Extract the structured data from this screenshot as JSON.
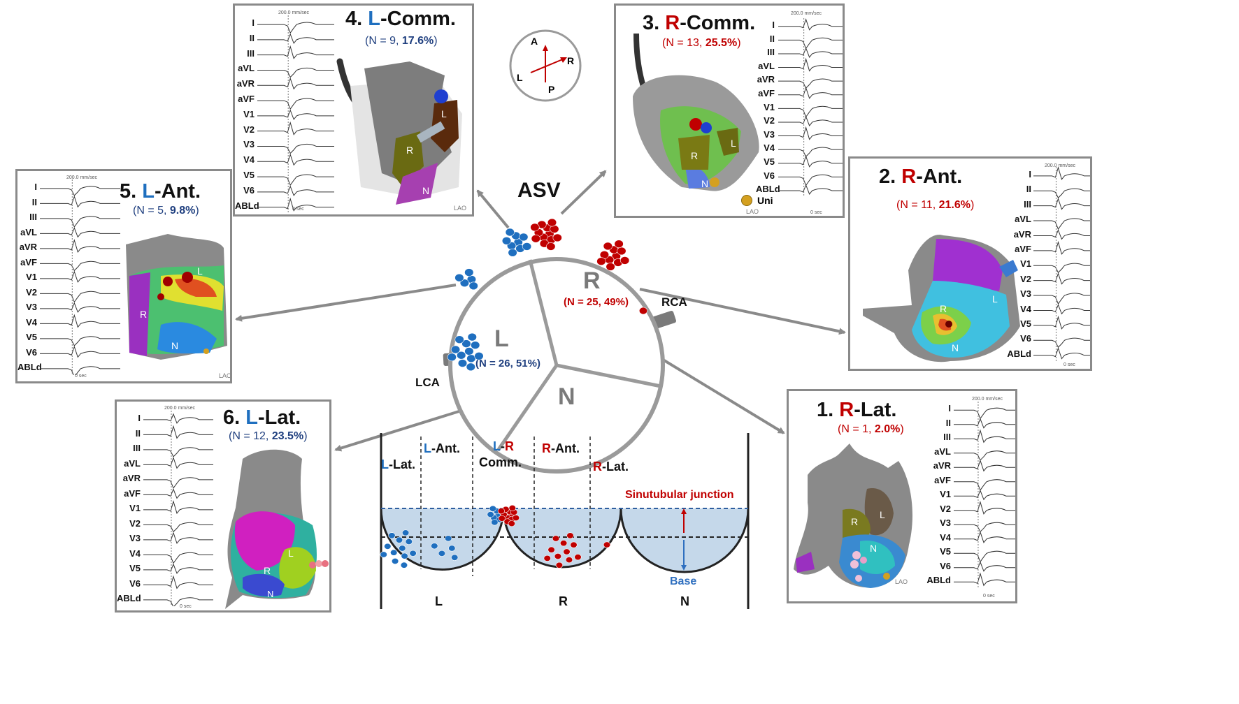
{
  "center": {
    "title": "ASV",
    "left_cusp": {
      "letter": "L",
      "stat": "(N = 26, 51%)"
    },
    "right_cusp": {
      "letter": "R",
      "stat": "(N = 25, 49%)"
    },
    "noncoronary_cusp": {
      "letter": "N"
    },
    "lca": "LCA",
    "rca": "RCA"
  },
  "compass": {
    "anterior": "A",
    "posterior": "P",
    "left": "L",
    "right": "R"
  },
  "panels": [
    {
      "id": "l-comm",
      "num": "4.",
      "side": "L",
      "rest": "-Comm.",
      "n_text": "(N = 9, ",
      "pct": "17.6%",
      "close": ")",
      "color": "blue"
    },
    {
      "id": "r-comm",
      "num": "3.",
      "side": "R",
      "rest": "-Comm.",
      "n_text": "(N = 13, ",
      "pct": "25.5%",
      "close": ")",
      "color": "red"
    },
    {
      "id": "l-ant",
      "num": "5.",
      "side": "L",
      "rest": "-Ant.",
      "n_text": "(N = 5, ",
      "pct": "9.8%",
      "close": ")",
      "color": "blue"
    },
    {
      "id": "r-ant",
      "num": "2.",
      "side": "R",
      "rest": "-Ant.",
      "n_text": "(N = 11, ",
      "pct": "21.6%",
      "close": ")",
      "color": "red"
    },
    {
      "id": "l-lat",
      "num": "6.",
      "side": "L",
      "rest": "-Lat.",
      "n_text": "(N = 12, ",
      "pct": "23.5%",
      "close": ")",
      "color": "blue"
    },
    {
      "id": "r-lat",
      "num": "1.",
      "side": "R",
      "rest": "-Lat.",
      "n_text": "(N = 1, ",
      "pct": "2.0%",
      "close": ")",
      "color": "red"
    }
  ],
  "lead_labels": {
    "with_ablation": [
      "I",
      "II",
      "III",
      "aVL",
      "aVR",
      "aVF",
      "V1",
      "V2",
      "V3",
      "V4",
      "V5",
      "V6",
      "ABLd"
    ],
    "no_ablation": [
      "I",
      "II",
      "III",
      "aVL",
      "aVR",
      "aVF",
      "V1",
      "V2",
      "V3",
      "V4",
      "V5",
      "V6"
    ]
  },
  "ecg_meta": {
    "speed": "200.0 mm/sec",
    "time": "0 sec",
    "view": "LAO",
    "uni": "Uni"
  },
  "map_labels": {
    "l": "L",
    "r": "R",
    "n": "N"
  },
  "cusp_diagram": {
    "l_lat": {
      "side": "L",
      "rest": "-Lat."
    },
    "l_ant": {
      "side": "L",
      "rest": "-Ant."
    },
    "lr_comm": {
      "l": "L",
      "dash": "-",
      "r": "R",
      "word": "Comm."
    },
    "r_ant": {
      "side": "R",
      "rest": "-Ant."
    },
    "r_lat": {
      "side": "R",
      "rest": "-Lat."
    },
    "stj": "Sinutubular junction",
    "base": "Base",
    "bottom_labels": [
      "L",
      "R",
      "N"
    ]
  },
  "colors": {
    "blue": "#1f6fbf",
    "red": "#c00000",
    "frame": "#8a8a8a",
    "cusp_fill": "#c5d8ea"
  }
}
